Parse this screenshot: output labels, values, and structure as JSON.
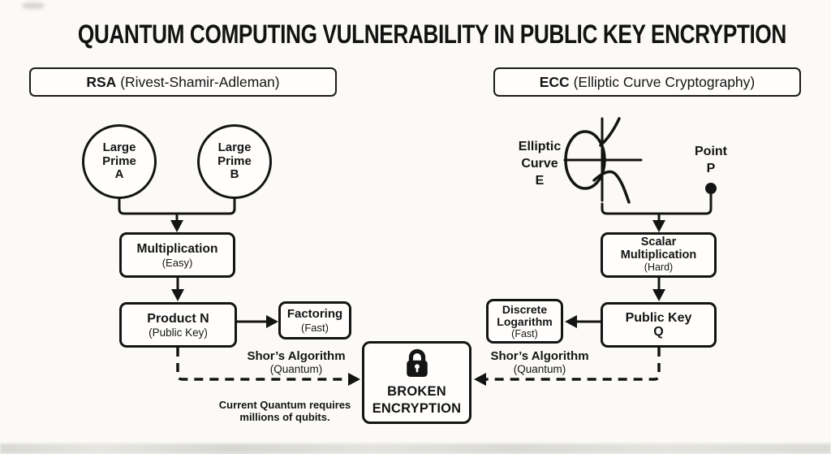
{
  "title": "QUANTUM COMPUTING VULNERABILITY IN PUBLIC KEY ENCRYPTION",
  "colors": {
    "ink": "#141414",
    "background": "#fbfaf6",
    "box_fill": "#fffefc"
  },
  "rsa": {
    "header_abbr": "RSA",
    "header_rest": " (Rivest-Shamir-Adleman)",
    "prime_a": {
      "line1": "Large",
      "line2": "Prime",
      "letter": "A"
    },
    "prime_b": {
      "line1": "Large",
      "line2": "Prime",
      "letter": "B"
    },
    "multiplication": {
      "title": "Multiplication",
      "subtitle": "(Easy)"
    },
    "product": {
      "title": "Product N",
      "subtitle": "(Public Key)"
    },
    "factoring": {
      "title": "Factoring",
      "subtitle": "(Fast)"
    },
    "shor": {
      "line1": "Shor’s Algorithm",
      "line2": "(Quantum)"
    },
    "note": {
      "line1": "Current Quantum requires",
      "line2": "millions of qubits."
    }
  },
  "ecc": {
    "header_abbr": "ECC",
    "header_rest": " (Elliptic Curve Cryptography)",
    "curve_label": {
      "line1": "Elliptic",
      "line2": "Curve",
      "letter": "E"
    },
    "point_label": {
      "line1": "Point",
      "letter": "P"
    },
    "scalar": {
      "title1": "Scalar",
      "title2": "Multiplication",
      "subtitle": "(Hard)"
    },
    "public_key": {
      "title": "Public Key",
      "letter": "Q"
    },
    "discrete": {
      "title1": "Discrete",
      "title2": "Logarithm",
      "subtitle": "(Fast)"
    },
    "shor": {
      "line1": "Shor’s Algorithm",
      "line2": "(Quantum)"
    }
  },
  "broken": {
    "line1": "BROKEN",
    "line2": "ENCRYPTION"
  }
}
